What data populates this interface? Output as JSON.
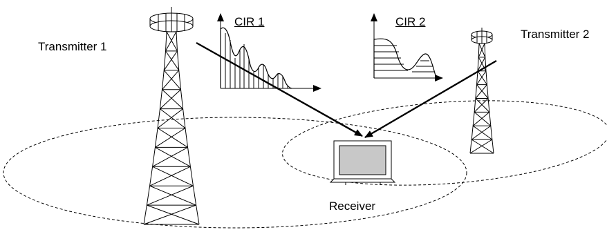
{
  "labels": {
    "transmitter1": "Transmitter 1",
    "transmitter2": "Transmitter 2",
    "cir1": "CIR 1",
    "cir2": "CIR 2",
    "receiver": "Receiver"
  },
  "colors": {
    "stroke": "#000000",
    "screen_fill": "#c8c8c8",
    "background": "#ffffff"
  }
}
